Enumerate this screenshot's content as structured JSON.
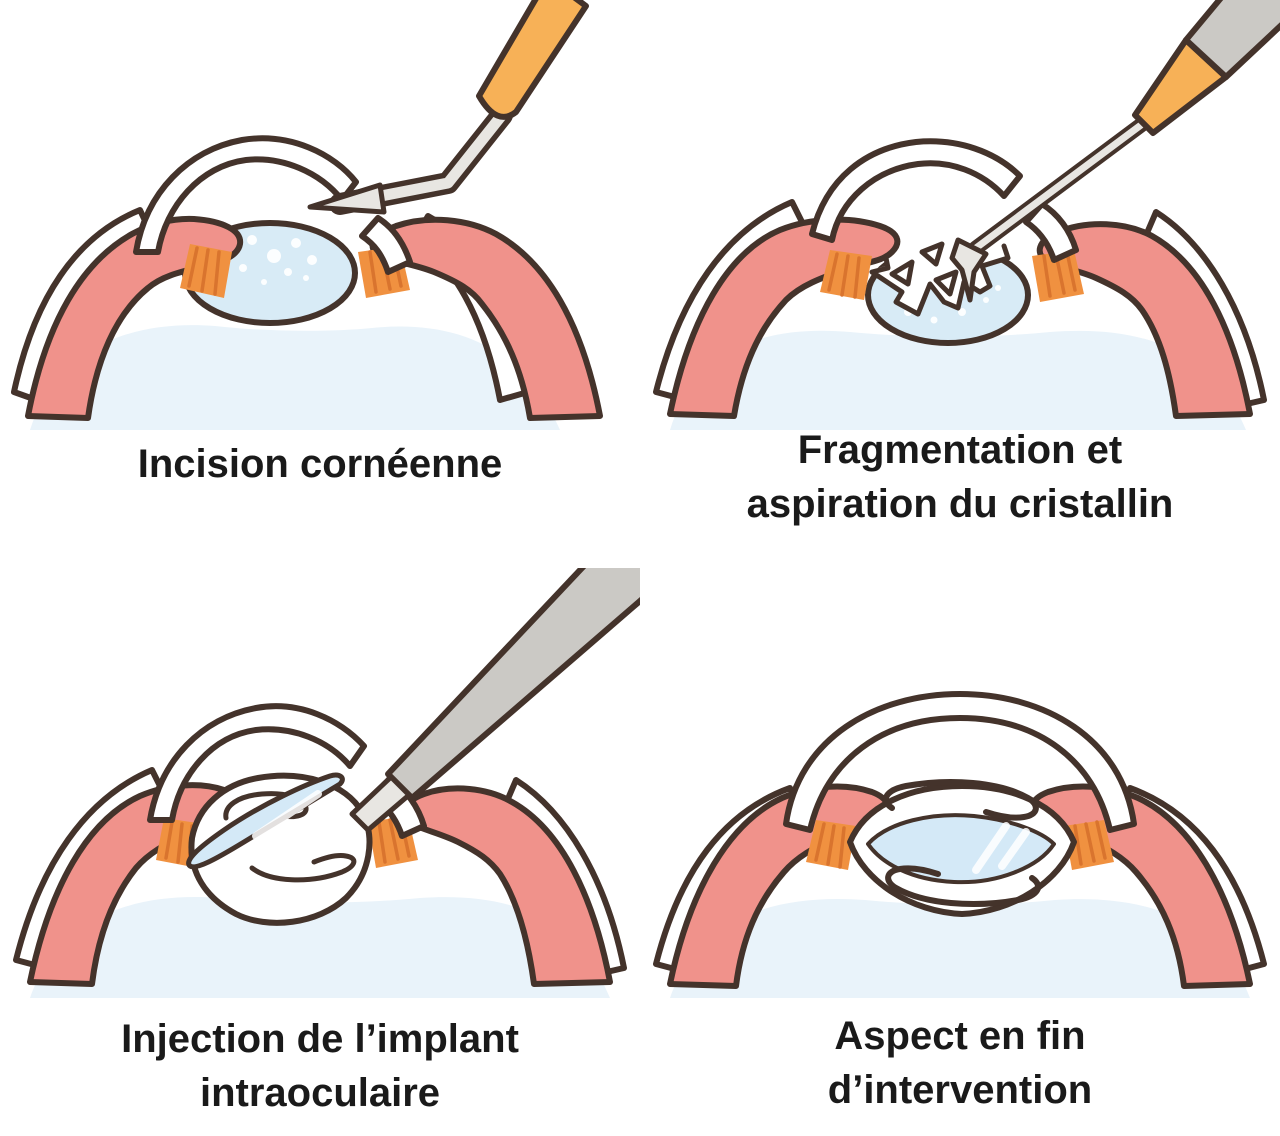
{
  "figure": {
    "background": "#ffffff",
    "panels": [
      {
        "id": "incision",
        "caption": "Incision cornéenne"
      },
      {
        "id": "fragmentation",
        "caption": "Fragmentation et\naspiration du cristallin"
      },
      {
        "id": "injection",
        "caption": "Injection de l’implant\nintraoculaire"
      },
      {
        "id": "final-aspect",
        "caption": "Aspect en fin\nd’intervention"
      }
    ],
    "colors": {
      "outline": "#44332b",
      "iris_pink": "#f0928b",
      "zonule_orange": "#f09140",
      "lens_blue": "#d8ebf6",
      "vitreous_blue": "#e9f3fa",
      "instrument_handle_orange": "#f7b157",
      "instrument_gray": "#cbc9c5",
      "instrument_shaft": "#e8e6e2",
      "caption_text": "#1a1a1a"
    }
  }
}
